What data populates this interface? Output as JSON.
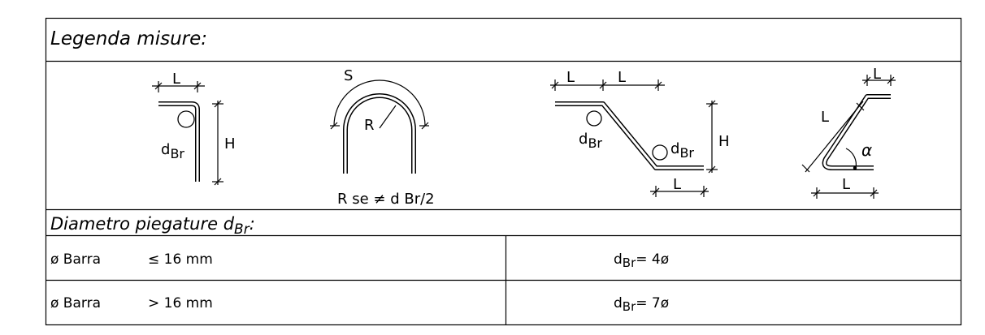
{
  "legend": {
    "title": "Legenda misure:",
    "dims": {
      "L": "L",
      "H": "H",
      "S": "S",
      "R": "R",
      "alpha": "α"
    },
    "dbr": {
      "d": "d",
      "sub": "Br"
    },
    "u_note": "R se ≠ d Br/2"
  },
  "diameter": {
    "title": "Diametro piegature d",
    "title_sub": "Br",
    "title_colon": ":",
    "rows": [
      {
        "bar": "ø Barra",
        "cond": "≤ 16 mm",
        "formula": "= 4ø"
      },
      {
        "bar": "ø Barra",
        "cond": "> 16 mm",
        "formula": "= 7ø"
      }
    ]
  }
}
